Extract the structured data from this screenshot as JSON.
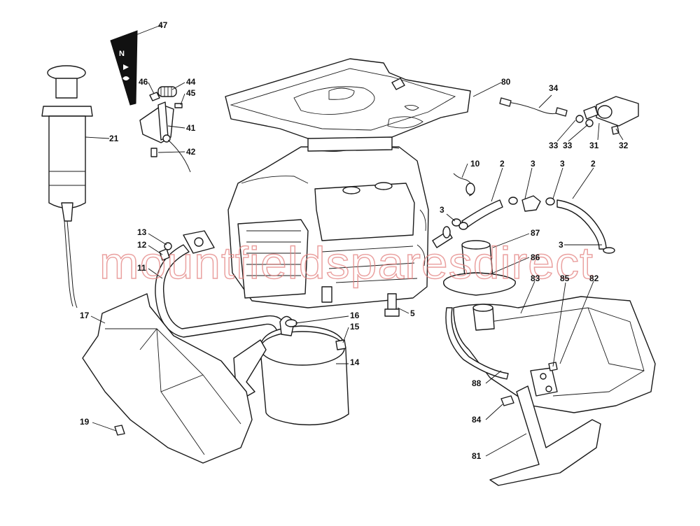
{
  "watermark": {
    "text": "mountfieldsparesdirect",
    "color": "#e3817f"
  },
  "callouts": [
    {
      "id": "c47",
      "text": "47"
    },
    {
      "id": "c46",
      "text": "46"
    },
    {
      "id": "c44",
      "text": "44"
    },
    {
      "id": "c45",
      "text": "45"
    },
    {
      "id": "c41",
      "text": "41"
    },
    {
      "id": "c42",
      "text": "42"
    },
    {
      "id": "c21",
      "text": "21"
    },
    {
      "id": "c80",
      "text": "80"
    },
    {
      "id": "c34",
      "text": "34"
    },
    {
      "id": "c33a",
      "text": "33"
    },
    {
      "id": "c33b",
      "text": "33"
    },
    {
      "id": "c31",
      "text": "31"
    },
    {
      "id": "c32",
      "text": "32"
    },
    {
      "id": "c10",
      "text": "10"
    },
    {
      "id": "c2a",
      "text": "2"
    },
    {
      "id": "c3a",
      "text": "3"
    },
    {
      "id": "c3b",
      "text": "3"
    },
    {
      "id": "c2b",
      "text": "2"
    },
    {
      "id": "c3c",
      "text": "3"
    },
    {
      "id": "c87",
      "text": "87"
    },
    {
      "id": "c3d",
      "text": "3"
    },
    {
      "id": "c86",
      "text": "86"
    },
    {
      "id": "c85",
      "text": "85"
    },
    {
      "id": "c83",
      "text": "83"
    },
    {
      "id": "c82",
      "text": "82"
    },
    {
      "id": "c13",
      "text": "13"
    },
    {
      "id": "c12",
      "text": "12"
    },
    {
      "id": "c11",
      "text": "11"
    },
    {
      "id": "c5",
      "text": "5"
    },
    {
      "id": "c16",
      "text": "16"
    },
    {
      "id": "c15",
      "text": "15"
    },
    {
      "id": "c14",
      "text": "14"
    },
    {
      "id": "c17",
      "text": "17"
    },
    {
      "id": "c19",
      "text": "19"
    },
    {
      "id": "c88",
      "text": "88"
    },
    {
      "id": "c84",
      "text": "84"
    },
    {
      "id": "c81",
      "text": "81"
    }
  ]
}
